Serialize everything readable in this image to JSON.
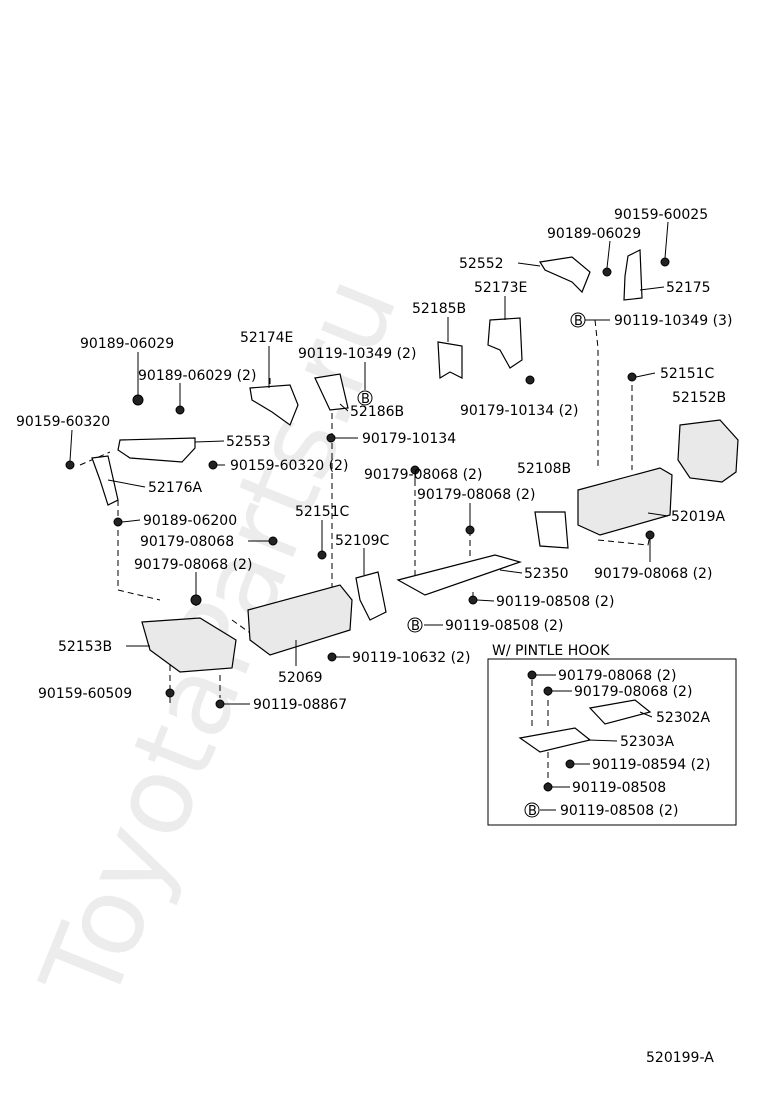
{
  "watermark": "ToyotaParts.ru",
  "diagram_code": "520199-A",
  "inset": {
    "title": "W/ PINTLE HOOK"
  },
  "callout_letter": "B",
  "labels": {
    "l01": "90159-60025",
    "l02": "90189-06029",
    "l03": "52552",
    "l04": "52173E",
    "l05": "52175",
    "l06": "52185B",
    "l07": "90119-10349 (3)",
    "l08": "52174E",
    "l09": "90119-10349 (2)",
    "l10": "90189-06029",
    "l11": "90189-06029 (2)",
    "l12": "52151C",
    "l13": "52152B",
    "l14": "90179-10134 (2)",
    "l15": "52186B",
    "l16": "90159-60320",
    "l17": "52553",
    "l18": "90179-10134",
    "l19": "90159-60320 (2)",
    "l20": "90179-08068 (2)",
    "l21": "52108B",
    "l22": "52176A",
    "l23": "90179-08068 (2)",
    "l24": "52151C",
    "l25": "52019A",
    "l26": "90189-06200",
    "l27": "90179-08068",
    "l28": "52109C",
    "l29": "90179-08068 (2)",
    "l30": "52350",
    "l31": "90179-08068 (2)",
    "l32": "90119-08508 (2)",
    "l33": "90119-08508 (2)",
    "l34": "52153B",
    "l35": "90119-10632 (2)",
    "l36": "52069",
    "l37": "90159-60509",
    "l38": "90119-08867",
    "l39": "90179-08068 (2)",
    "l40": "90179-08068 (2)",
    "l41": "52302A",
    "l42": "52303A",
    "l43": "90119-08594 (2)",
    "l44": "90119-08508",
    "l45": "90119-08508 (2)"
  }
}
